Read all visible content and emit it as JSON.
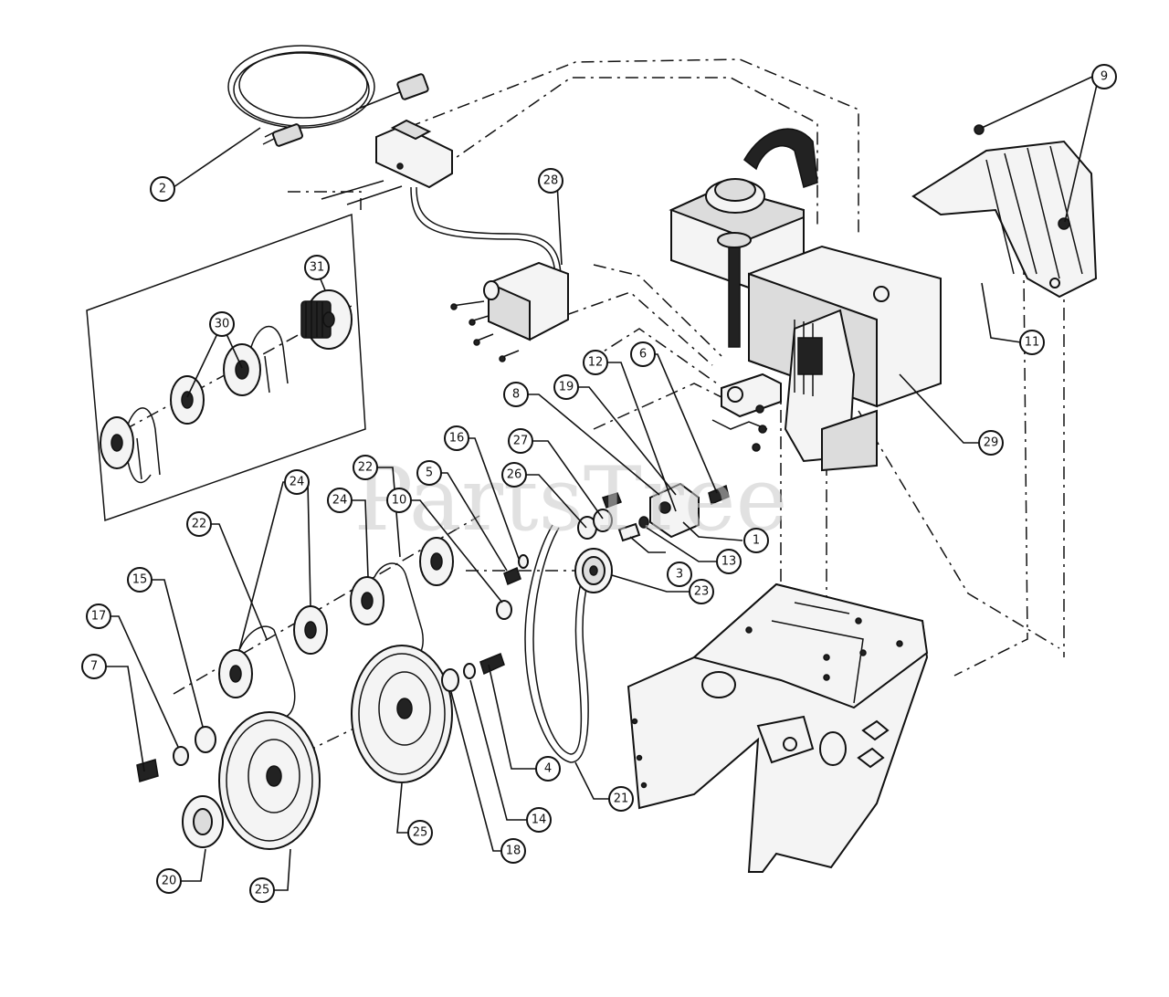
{
  "watermark": "PartsTree",
  "callouts": [
    "1",
    "2",
    "3",
    "4",
    "5",
    "6",
    "7",
    "8",
    "9",
    "10",
    "11",
    "12",
    "13",
    "14",
    "15",
    "16",
    "17",
    "18",
    "19",
    "20",
    "21",
    "22",
    "22",
    "23",
    "24",
    "24",
    "25",
    "25",
    "26",
    "27",
    "28",
    "29",
    "30",
    "31"
  ]
}
